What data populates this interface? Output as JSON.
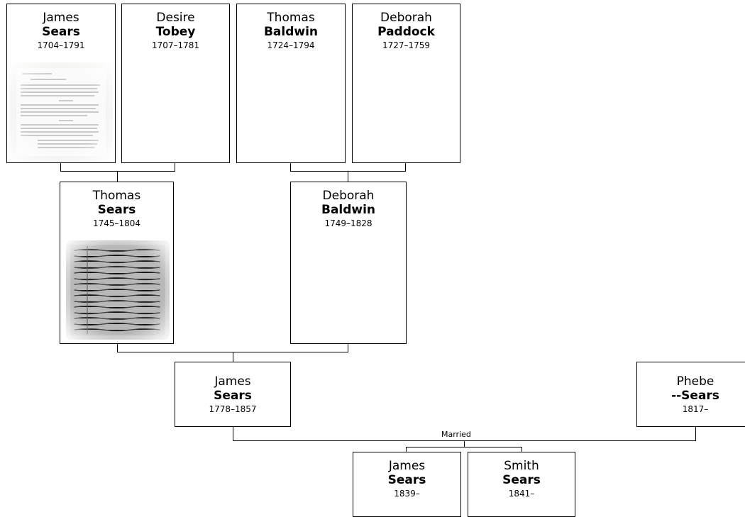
{
  "people": [
    {
      "id": "james-sears-1704",
      "given": "James",
      "surname": "Sears",
      "dates": "1704–1791",
      "has_document": true
    },
    {
      "id": "desire-tobey",
      "given": "Desire",
      "surname": "Tobey",
      "dates": "1707–1781",
      "has_document": false
    },
    {
      "id": "thomas-baldwin",
      "given": "Thomas",
      "surname": "Baldwin",
      "dates": "1724–1794",
      "has_document": false
    },
    {
      "id": "deborah-paddock",
      "given": "Deborah",
      "surname": "Paddock",
      "dates": "1727–1759",
      "has_document": false
    },
    {
      "id": "thomas-sears",
      "given": "Thomas",
      "surname": "Sears",
      "dates": "1745–1804",
      "has_document": true
    },
    {
      "id": "deborah-baldwin",
      "given": "Deborah",
      "surname": "Baldwin",
      "dates": "1749–1828",
      "has_document": false
    },
    {
      "id": "james-sears-1778",
      "given": "James",
      "surname": "Sears",
      "dates": "1778–1857",
      "has_document": false
    },
    {
      "id": "phebe-sears",
      "given": "Phebe",
      "surname": "--Sears",
      "dates": "1817–",
      "has_document": false
    },
    {
      "id": "james-sears-1839",
      "given": "James",
      "surname": "Sears",
      "dates": "1839–",
      "has_document": false
    },
    {
      "id": "smith-sears",
      "given": "Smith",
      "surname": "Sears",
      "dates": "1841–",
      "has_document": false
    }
  ],
  "married_label": "Married"
}
